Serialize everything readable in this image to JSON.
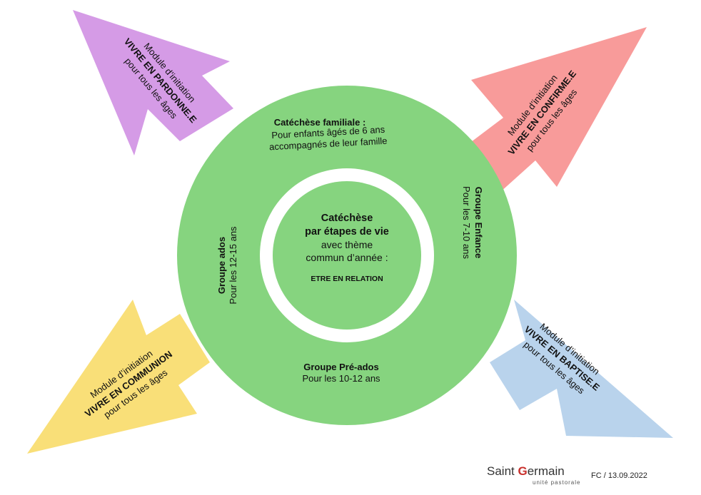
{
  "colors": {
    "ring": "#86d47f",
    "inner": "#86d47f",
    "purple": "#d59be6",
    "red": "#f89b9a",
    "blue": "#b9d3ec",
    "yellow": "#f9df78",
    "logo_red": "#c9302c"
  },
  "center": {
    "title_line1": "Catéchèse",
    "title_line2": "par étapes de vie",
    "sub_line1": "avec thème",
    "sub_line2": "commun d’année :",
    "theme": "ETRE EN RELATION"
  },
  "ring": {
    "top": {
      "title": "Catéchèse familiale :",
      "line1": "Pour enfants âgés de 6 ans",
      "line2": "accompagnés de leur famille"
    },
    "right": {
      "title": "Groupe Enfance",
      "line1": "Pour les 7-10 ans"
    },
    "bottom": {
      "title": "Groupe Pré-ados",
      "line1": "Pour les 10-12 ans"
    },
    "left": {
      "title": "Groupe ados",
      "line1": "Pour les 12-15 ans"
    }
  },
  "arrows": {
    "top_left": {
      "line1": "Module d’initiation",
      "line2": "VIVRE EN PARDONNE.E",
      "line3": "pour tous les âges"
    },
    "top_right": {
      "line1": "Module d’initiation",
      "line2": "VIVRE EN CONFIRME.E",
      "line3": "pour tous les âges"
    },
    "bottom_right": {
      "line1": "Module d’initiation",
      "line2": "VIVRE EN BAPTISE.E",
      "line3": "pour tous les âges"
    },
    "bottom_left": {
      "line1": "Module d’initiation",
      "line2": "VIVRE EN COMMUNION",
      "line3": "pour tous les âges"
    }
  },
  "footer": {
    "logo_part1": "Saint ",
    "logo_initial": "G",
    "logo_part2": "ermain",
    "logo_sub": "unité pastorale",
    "credit": "FC / 13.09.2022"
  }
}
